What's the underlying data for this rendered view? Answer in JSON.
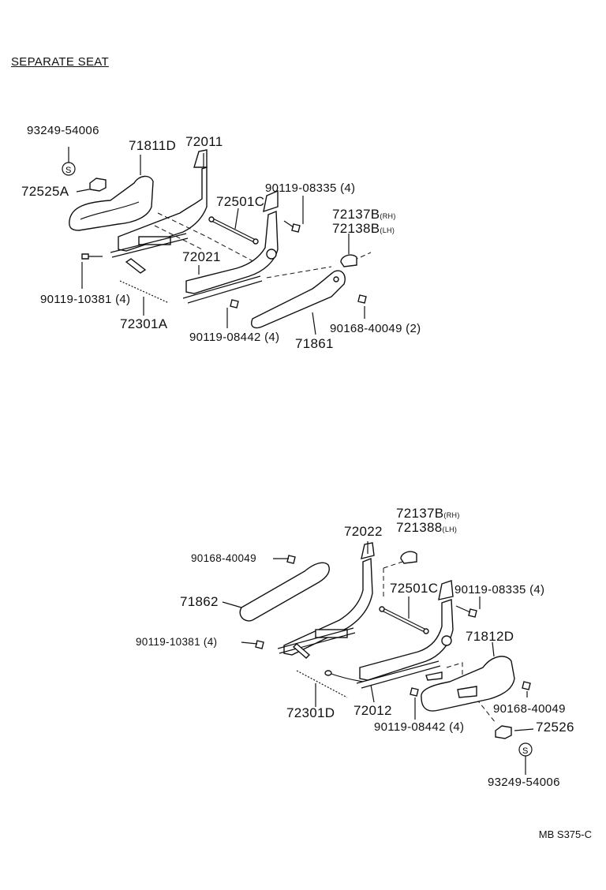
{
  "title": "SEPARATE SEAT",
  "reference": "MB S375-C",
  "upper": {
    "p93249": "93249-54006",
    "p71811D": "71811D",
    "p72011": "72011",
    "p72525A": "72525A",
    "p90119_08335": "90119-08335 (4)",
    "p72501C": "72501C",
    "p72137B": "72137B",
    "p72137B_sub": "(RH)",
    "p72138B": "72138B",
    "p72138B_sub": "(LH)",
    "p72021": "72021",
    "p90119_10381": "90119-10381 (4)",
    "p72301A": "72301A",
    "p90119_08442": "90119-08442 (4)",
    "p71861": "71861",
    "p90168_40049": "90168-40049 (2)"
  },
  "lower": {
    "p72137B": "72137B",
    "p72137B_sub": "(RH)",
    "p72138B": "721388",
    "p72138B_sub": "(LH)",
    "p72022": "72022",
    "p90168_40049a": "90168-40049",
    "p72501C": "72501C",
    "p90119_08335": "90119-08335 (4)",
    "p71862": "71862",
    "p71812D": "71812D",
    "p90119_10381": "90119-10381 (4)",
    "p72301D": "72301D",
    "p72012": "72012",
    "p90168_40049b": "90168-40049",
    "p90119_08442": "90119-08442 (4)",
    "p72526": "72526",
    "p93249": "93249-54006"
  },
  "symbols": {
    "s_mark": "S"
  }
}
